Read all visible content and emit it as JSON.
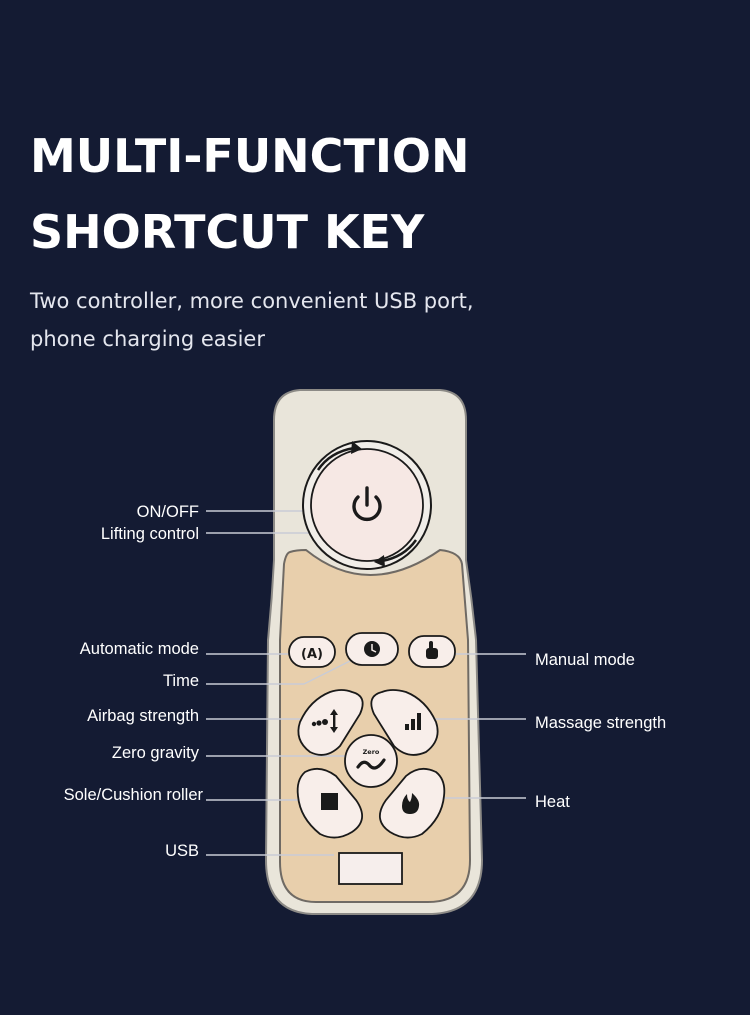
{
  "heading": {
    "line1": "MULTI-FUNCTION",
    "line2": "SHORTCUT KEY"
  },
  "description": {
    "line1": "Two controller, more convenient USB port,",
    "line2": "phone charging easier"
  },
  "callouts": {
    "on_off": "ON/OFF",
    "lifting_control": "Lifting control",
    "automatic_mode": "Automatic mode",
    "time": "Time",
    "airbag_strength": "Airbag strength",
    "zero_gravity": "Zero gravity",
    "sole_cushion_roller": "Sole/Cushion roller",
    "usb": "USB",
    "manual_mode": "Manual mode",
    "massage_strength": "Massage strength",
    "heat": "Heat"
  },
  "buttons": {
    "auto_glyph": "(A)",
    "zero_glyph": "Zero"
  },
  "icons": {
    "power": "power-icon",
    "clock": "clock-icon",
    "hand": "hand-icon",
    "airbag": "airbag-strength-icon",
    "bars": "signal-bars-icon",
    "zero_gravity": "zero-gravity-icon",
    "stop": "square-stop-icon",
    "flame": "flame-icon"
  },
  "colors": {
    "background": "#141b33",
    "remote_shell": "#e9e5da",
    "remote_panel": "#e8cfac",
    "button_face": "#f8eeea",
    "leader_line": "#c9ccd6",
    "text": "#ffffff"
  }
}
